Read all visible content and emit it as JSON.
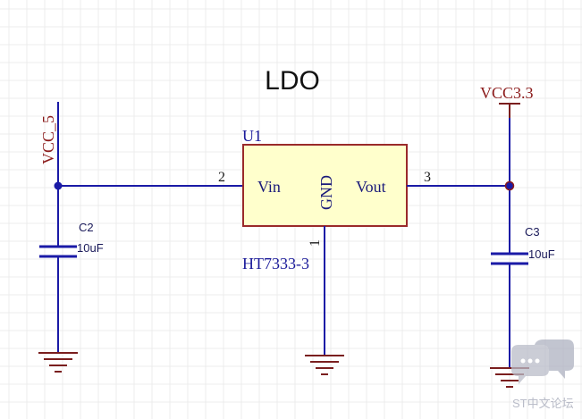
{
  "title": "LDO",
  "colors": {
    "background": "#ffffff",
    "grid": "#ececec",
    "wire": "#1a1aa6",
    "pin": "#7a1e1e",
    "power_label": "#8b1a1a",
    "ic_fill": "#ffffcc",
    "ic_border": "#9a2a2a",
    "ic_text": "#1a1a7a",
    "ref_text": "#1a1a9a",
    "cap_text": "#1a1a5a",
    "watermark": "#b9bcc8"
  },
  "power": {
    "vcc5": "VCC_5",
    "vcc33": "VCC3.3"
  },
  "ic": {
    "ref": "U1",
    "part": "HT7333-3",
    "pin_vin": "Vin",
    "pin_gnd": "GND",
    "pin_vout": "Vout",
    "pin_num_vin": "2",
    "pin_num_gnd": "1",
    "pin_num_vout": "3"
  },
  "caps": {
    "c2_ref": "C2",
    "c2_value": "10uF",
    "c3_ref": "C3",
    "c3_value": "10uF"
  },
  "watermark": {
    "text": "ST中文论坛",
    "icon": "chat-bubble-icon"
  }
}
